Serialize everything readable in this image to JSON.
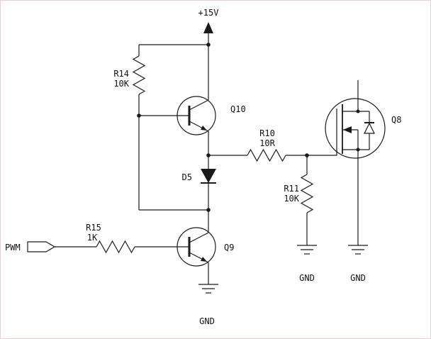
{
  "schematic": {
    "power_label": "+15V",
    "input": {
      "label": "PWM"
    },
    "components": {
      "r14": {
        "ref": "R14",
        "value": "10K"
      },
      "r15": {
        "ref": "R15",
        "value": "1K"
      },
      "r10": {
        "ref": "R10",
        "value": "10R"
      },
      "r11": {
        "ref": "R11",
        "value": "10K"
      },
      "d5": {
        "ref": "D5"
      },
      "q9": {
        "ref": "Q9"
      },
      "q10": {
        "ref": "Q10"
      },
      "q8": {
        "ref": "Q8"
      }
    },
    "grounds": {
      "under_q9": "GND",
      "under_r11": "GND",
      "under_q8": "GND"
    },
    "colors": {
      "wire": "#1a1a1a",
      "background": "#ffffff"
    }
  }
}
